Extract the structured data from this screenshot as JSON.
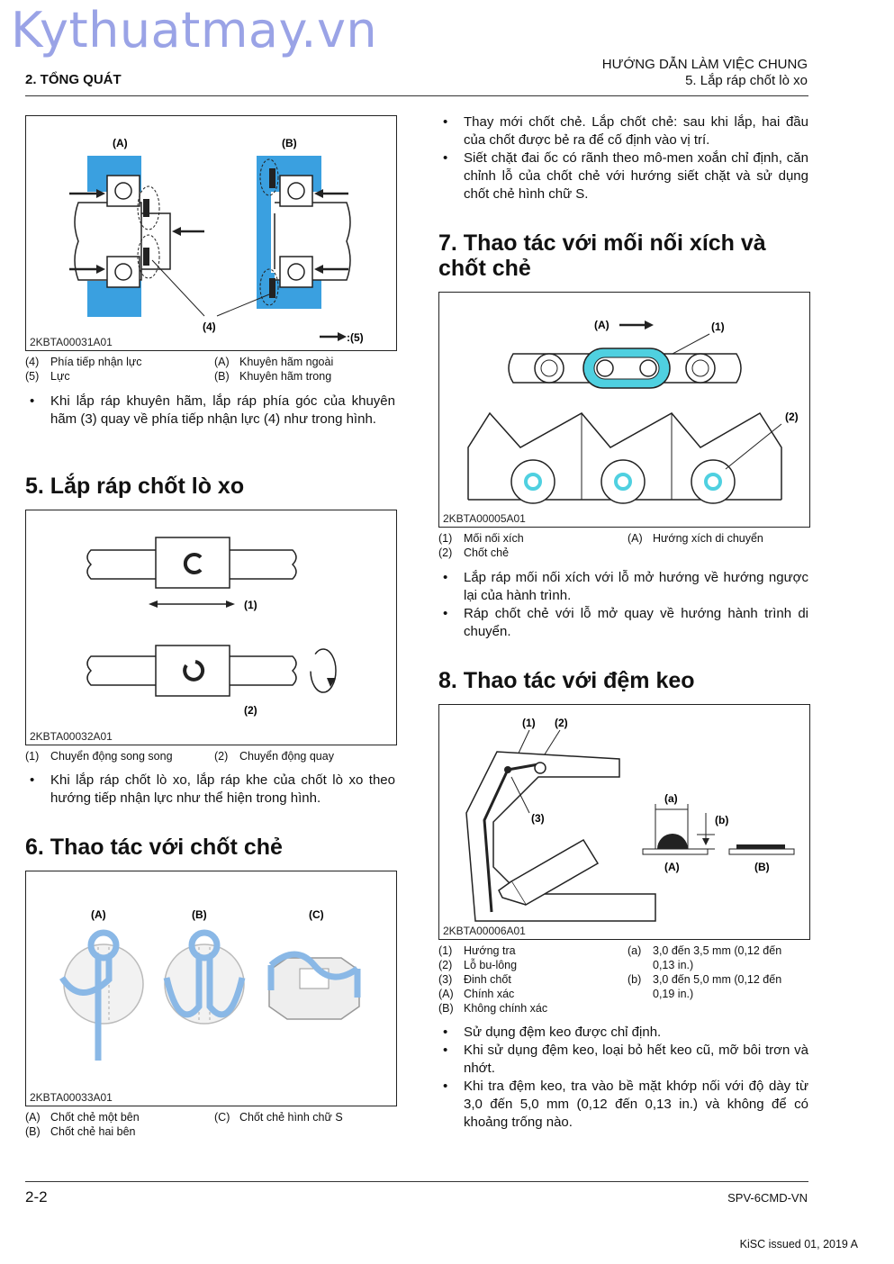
{
  "watermark": "Kythuatmay.vn",
  "header": {
    "section": "2. TỔNG QUÁT",
    "title": "HƯỚNG DẪN LÀM VIỆC CHUNG",
    "subtitle": "5. Lắp ráp chốt lò xo"
  },
  "fig1": {
    "code": "2KBTA00031A01",
    "label_a": "(A)",
    "label_b": "(B)",
    "label_4": "(4)",
    "label_5": ":(5)",
    "legend": [
      {
        "num": "(4)",
        "text": "Phía tiếp nhận lực"
      },
      {
        "num": "(A)",
        "text": "Khuyên hãm ngoài"
      },
      {
        "num": "(5)",
        "text": "Lực"
      },
      {
        "num": "(B)",
        "text": "Khuyên hãm trong"
      }
    ]
  },
  "fig1_bullets": [
    "Khi lắp ráp khuyên hãm, lắp ráp phía góc của khuyên hãm (3) quay về phía tiếp nhận lực (4) như trong hình."
  ],
  "sec5": {
    "title": "5. Lắp ráp chốt lò xo",
    "fig": {
      "code": "2KBTA00032A01",
      "label_1": "(1)",
      "label_2": "(2)",
      "legend": [
        {
          "num": "(1)",
          "text": "Chuyển động song song"
        },
        {
          "num": "(2)",
          "text": "Chuyển động quay"
        }
      ]
    },
    "bullets": [
      "Khi lắp ráp chốt lò xo, lắp ráp khe của chốt lò xo theo hướng tiếp nhận lực như thể hiện trong hình."
    ]
  },
  "sec6": {
    "title": "6. Thao tác với chốt chẻ",
    "fig": {
      "code": "2KBTA00033A01",
      "label_a": "(A)",
      "label_b": "(B)",
      "label_c": "(C)",
      "legend": [
        {
          "num": "(A)",
          "text": "Chốt chẻ một bên"
        },
        {
          "num": "(C)",
          "text": "Chốt chẻ hình chữ S"
        },
        {
          "num": "(B)",
          "text": "Chốt chẻ hai bên"
        }
      ]
    },
    "bullets": [
      "Thay mới chốt chẻ. Lắp chốt chẻ: sau khi lắp, hai đầu của chốt được bẻ ra để cố định vào vị trí.",
      "Siết chặt đai ốc có rãnh theo mô-men xoắn chỉ định, căn chỉnh lỗ của chốt chẻ với hướng siết chặt và sử dụng chốt chẻ hình chữ S."
    ]
  },
  "sec7": {
    "title_line1": "7. Thao tác với mối nối xích và",
    "title_line2": "chốt chẻ",
    "fig": {
      "code": "2KBTA00005A01",
      "label_a": "(A)",
      "label_1": "(1)",
      "label_2": "(2)",
      "legend": [
        {
          "num": "(1)",
          "text": "Mối nối xích"
        },
        {
          "num": "(A)",
          "text": "Hướng xích di chuyển"
        },
        {
          "num": "(2)",
          "text": "Chốt chẻ"
        }
      ]
    },
    "bullets": [
      "Lắp ráp mối nối xích với lỗ mở hướng về hướng ngược lại của hành trình.",
      "Ráp chốt chẻ với lỗ mở quay về hướng hành trình di chuyển."
    ]
  },
  "sec8": {
    "title": "8. Thao tác với đệm keo",
    "fig": {
      "code": "2KBTA00006A01",
      "label_1": "(1)",
      "label_2": "(2)",
      "label_3": "(3)",
      "label_a": "(a)",
      "label_b": "(b)",
      "label_A": "(A)",
      "label_B": "(B)",
      "legend_left": [
        {
          "num": "(1)",
          "text": "Hướng tra"
        },
        {
          "num": "(2)",
          "text": "Lỗ bu-lông"
        },
        {
          "num": "(3)",
          "text": "Đinh chốt"
        },
        {
          "num": "(A)",
          "text": "Chính xác"
        },
        {
          "num": "(B)",
          "text": "Không chính xác"
        }
      ],
      "legend_right": [
        {
          "num": "(a)",
          "line1": "3,0 đến 3,5 mm (0,12 đến",
          "line2": "0,13 in.)"
        },
        {
          "num": "(b)",
          "line1": "3,0 đến 5,0 mm (0,12 đến",
          "line2": "0,19 in.)"
        }
      ]
    },
    "bullets": [
      "Sử dụng đệm keo được chỉ định.",
      "Khi sử dụng đệm keo, loại bỏ hết keo cũ, mỡ bôi trơn và nhớt.",
      "Khi tra đệm keo, tra vào bề mặt khớp nối với độ dày từ 3,0 đến 5,0 mm (0,12 đến 0,13 in.) và không để có khoảng trống nào."
    ]
  },
  "footer": {
    "page": "2-2",
    "doc": "SPV-6CMD-VN",
    "issued": "KiSC issued 01, 2019 A"
  },
  "colors": {
    "accent_blue": "#3aa0e0",
    "cyan": "#4fd0e0",
    "pin_blue": "#8ab8e6",
    "watermark": "#9aa3e6"
  }
}
